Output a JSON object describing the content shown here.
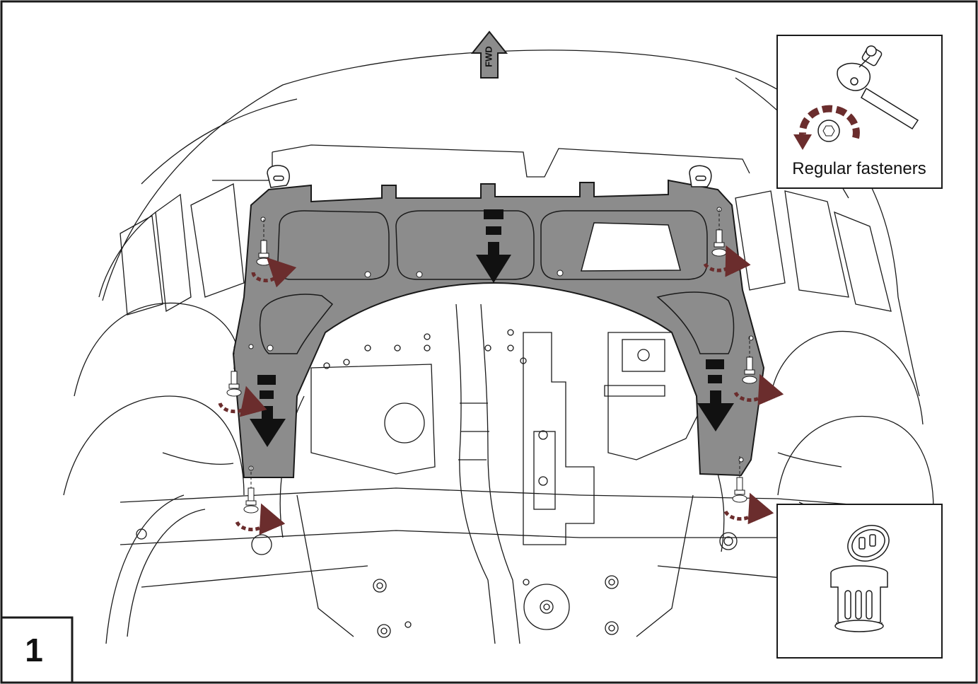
{
  "figure": {
    "step_number": "1",
    "direction_label": "FWD",
    "callouts": {
      "regular_fasteners": {
        "label": "Regular fasteners",
        "icon": "ratchet-wrench-icon"
      },
      "clip_fastener": {
        "label": "",
        "icon": "push-clip-icon"
      }
    },
    "colors": {
      "line": "#1a1a1a",
      "shield_fill": "#8c8c8c",
      "rotation_arrow": "#6b2d2d",
      "removal_arrow": "#111111"
    },
    "fastener_count": 6
  }
}
